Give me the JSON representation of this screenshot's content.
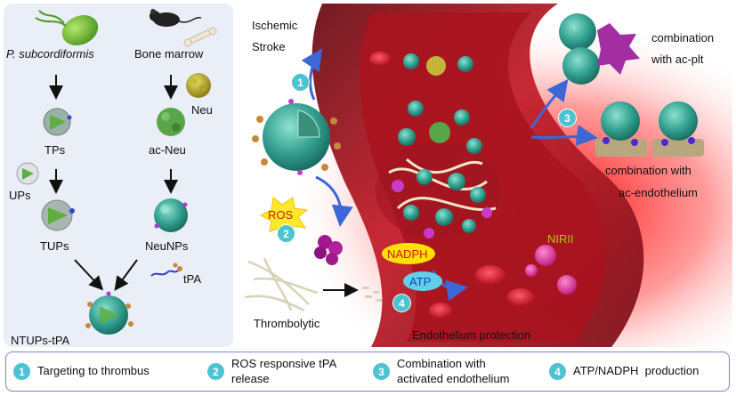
{
  "left": {
    "p_subcordiformis": "P. subcordiformis",
    "bone_marrow": "Bone marrow",
    "tps": "TPs",
    "ac_neu": "ac-Neu",
    "neu": "Neu",
    "ups": "UPs",
    "tups": "TUPs",
    "neunps": "NeuNPs",
    "tpa": "tPA",
    "ntups_tpa": "NTUPs-tPA"
  },
  "right": {
    "ischemic": "Ischemic",
    "stroke": "Stroke",
    "ros": "ROS",
    "thrombolytic": "Thrombolytic",
    "nadph": "NADPH",
    "atp": "ATP",
    "nirii": "NIRII",
    "endothelium_protection": "Endothelium protection",
    "combination_line1": "combination",
    "combination_line2": "with ac-plt",
    "combination_endo_line1": "combination with",
    "combination_endo_line2": "ac-endothelium",
    "badges": [
      "1",
      "2",
      "3",
      "4"
    ]
  },
  "legend": [
    {
      "num": "1",
      "text": "Targeting to thrombus"
    },
    {
      "num": "2",
      "text_line1": "ROS responsive tPA",
      "text_line2": "release"
    },
    {
      "num": "3",
      "text_line1": "Combination with",
      "text_line2": "activated endothelium"
    },
    {
      "num": "4",
      "text": "ATP/NADPH  production"
    }
  ],
  "colors": {
    "badge": "#4cc3d0",
    "nanoparticle": "#3aa89a",
    "vessel": "#c4202c",
    "legend_border": "#7b83c9",
    "ros_burst": "#ffe92a",
    "nadph_pill": "#ffe100",
    "atp_pill": "#5fd0e8",
    "nirii_text": "#b7c21a",
    "arrow": "#3d67d6"
  }
}
